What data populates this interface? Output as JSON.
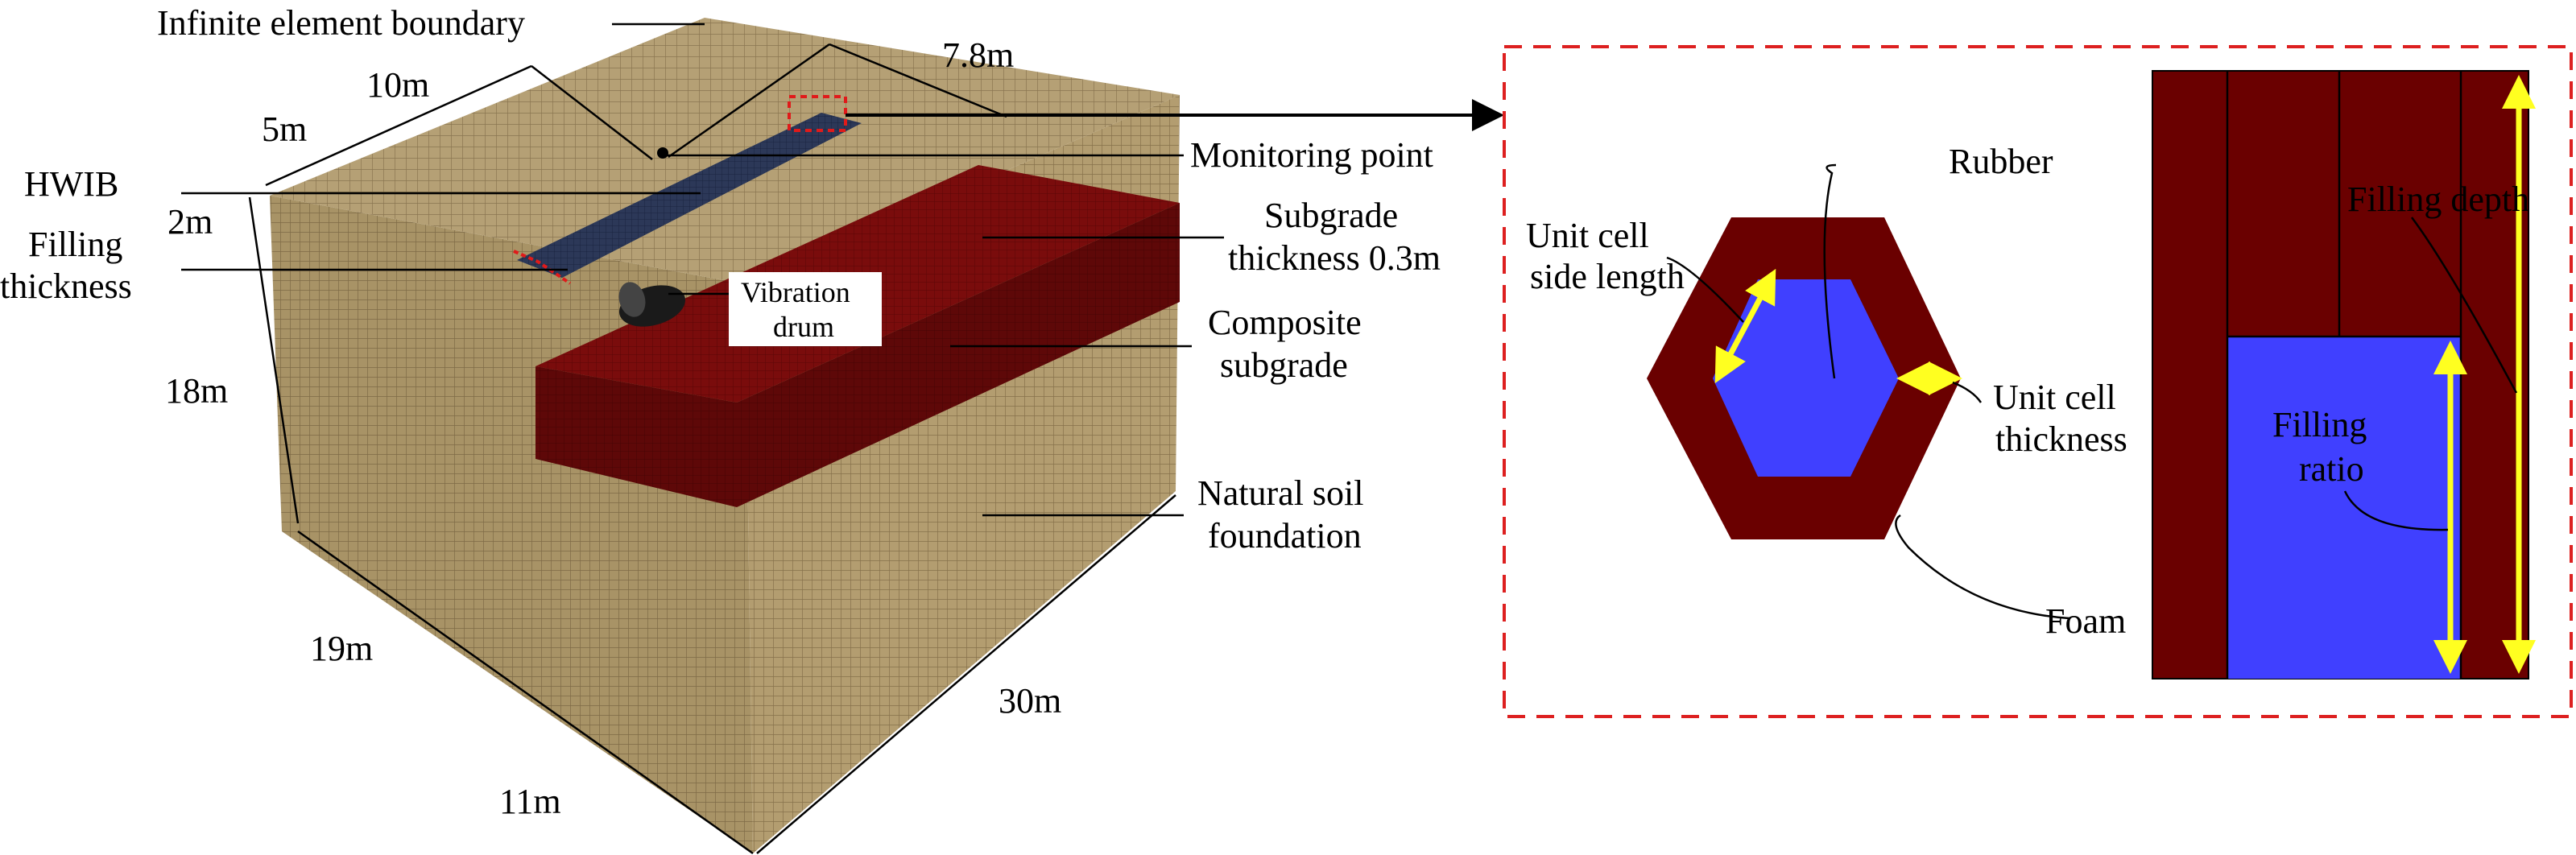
{
  "labels": {
    "infinite_boundary": "Infinite element boundary",
    "top_10m": "10m",
    "top_5m": "5m",
    "top_7_8m": "7.8m",
    "hwib": "HWIB",
    "two_m": "2m",
    "filling_thickness_1": "Filling",
    "filling_thickness_2": "thickness",
    "eighteen_m": "18m",
    "nineteen_m": "19m",
    "eleven_m": "11m",
    "thirty_m": "30m",
    "monitoring_point": "Monitoring point",
    "subgrade_thickness_1": "Subgrade",
    "subgrade_thickness_2": "thickness 0.3m",
    "composite_subgrade_1": "Composite",
    "composite_subgrade_2": "subgrade",
    "natural_soil_1": "Natural soil",
    "natural_soil_2": "foundation",
    "vibration_drum_1": "Vibration",
    "vibration_drum_2": "drum",
    "rubber": "Rubber",
    "unit_cell_side_1": "Unit cell",
    "unit_cell_side_2": "side length",
    "unit_cell_thickness_1": "Unit cell",
    "unit_cell_thickness_2": "thickness",
    "foam": "Foam",
    "filling_depth": "Filling depth",
    "filling_ratio_1": "Filling",
    "filling_ratio_2": "ratio"
  },
  "colors": {
    "soil": "#b0986c",
    "soil_side": "#a08a60",
    "subgrade": "#6a0a0a",
    "subgrade_top": "#7c1414",
    "hwib": "#2a3a5a",
    "foam": "#6a0000",
    "rubber": "#4040ff",
    "arrow_yellow": "#ffff20",
    "dashed_red": "#dd2020"
  }
}
